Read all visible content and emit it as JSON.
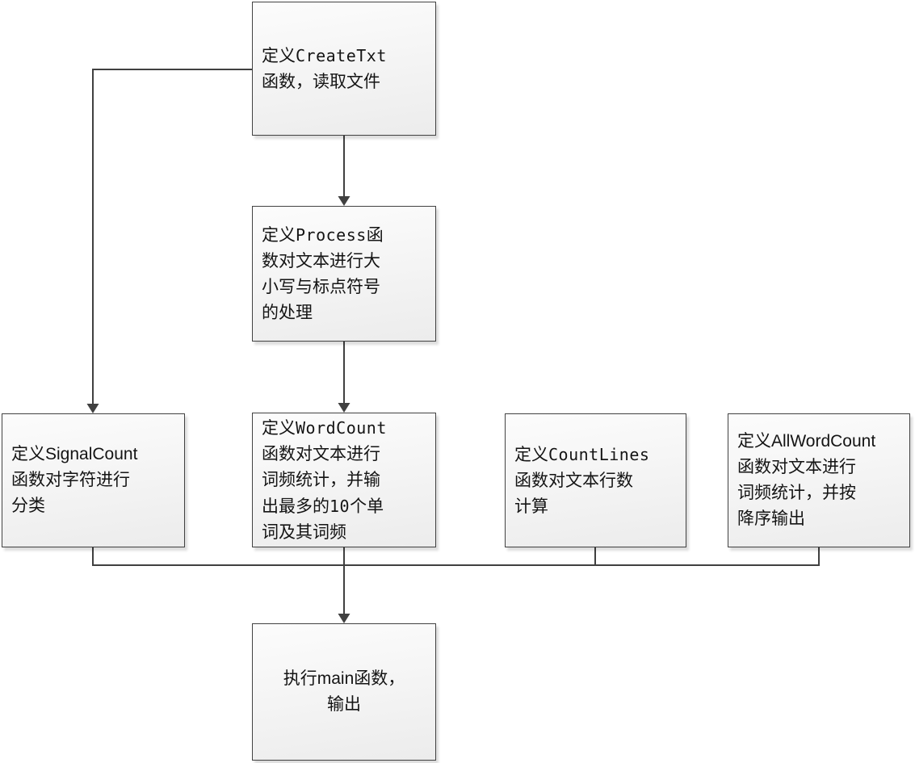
{
  "diagram": {
    "type": "flowchart",
    "background_color": "#ffffff",
    "line_color": "#404040",
    "node_border_color": "#424242",
    "node_fill_top": "#fcfcfc",
    "node_fill_bottom": "#ececec",
    "nodes": [
      {
        "id": "create-txt",
        "segments": [
          {
            "text": "定义",
            "font": "cjk"
          },
          {
            "text": "CreateTxt",
            "font": "mono"
          },
          {
            "text": "\n函数，读取文件",
            "font": "cjk"
          }
        ]
      },
      {
        "id": "process",
        "segments": [
          {
            "text": "定义",
            "font": "cjk"
          },
          {
            "text": "Process",
            "font": "mono"
          },
          {
            "text": "函\n数对文本进行大\n小写与标点符号\n的处理",
            "font": "cjk"
          }
        ]
      },
      {
        "id": "signal-count",
        "segments": [
          {
            "text": "定义",
            "font": "cjk"
          },
          {
            "text": "SignalCount",
            "font": "sans"
          },
          {
            "text": "\n函数对字符进行\n分类",
            "font": "cjk"
          }
        ]
      },
      {
        "id": "word-count",
        "segments": [
          {
            "text": "定义",
            "font": "cjk"
          },
          {
            "text": "WordCount",
            "font": "mono"
          },
          {
            "text": "\n函数对文本进行\n词频统计，并输\n出最多的",
            "font": "cjk"
          },
          {
            "text": "10",
            "font": "mono"
          },
          {
            "text": "个单\n词及其词频",
            "font": "cjk"
          }
        ]
      },
      {
        "id": "count-lines",
        "segments": [
          {
            "text": "定义",
            "font": "cjk"
          },
          {
            "text": "CountLines",
            "font": "mono"
          },
          {
            "text": "\n函数对文本行数\n计算",
            "font": "cjk"
          }
        ]
      },
      {
        "id": "all-word-count",
        "segments": [
          {
            "text": "定义",
            "font": "cjk"
          },
          {
            "text": "AllWordCount",
            "font": "sans"
          },
          {
            "text": "\n函数对文本进行\n词频统计，并按\n降序输出",
            "font": "cjk"
          }
        ]
      },
      {
        "id": "main",
        "segments": [
          {
            "text": "执行",
            "font": "cjk"
          },
          {
            "text": "main",
            "font": "sans"
          },
          {
            "text": "函数，\n输出",
            "font": "cjk"
          }
        ]
      }
    ],
    "edges": [
      {
        "from": "create-txt",
        "to": "process",
        "arrow": true
      },
      {
        "from": "create-txt",
        "to": "signal-count",
        "arrow": true
      },
      {
        "from": "process",
        "to": "word-count",
        "arrow": true
      },
      {
        "from": "signal-count",
        "to": "main",
        "arrow": false
      },
      {
        "from": "word-count",
        "to": "main",
        "arrow": true
      },
      {
        "from": "count-lines",
        "to": "main",
        "arrow": false
      },
      {
        "from": "all-word-count",
        "to": "main",
        "arrow": false
      }
    ]
  }
}
